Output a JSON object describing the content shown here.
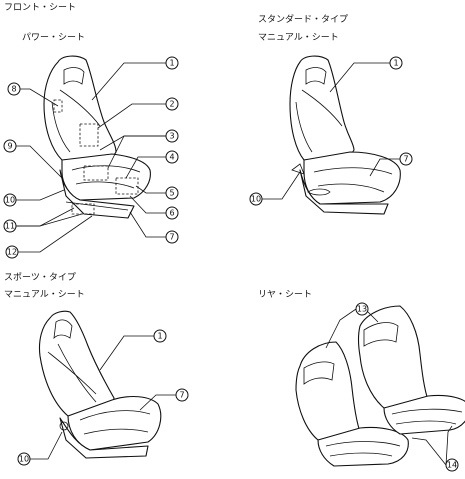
{
  "headings": {
    "front_seat": "フロント・シート",
    "power_seat": "パワー・シート",
    "standard_type": "スタンダード・タイプ",
    "standard_manual": "マニュアル・シート",
    "sports_type": "スポーツ・タイプ",
    "sports_manual": "マニュアル・シート",
    "rear_seat": "リヤ・シート"
  },
  "callouts": {
    "c1": "1",
    "c2": "2",
    "c3": "3",
    "c4": "4",
    "c5": "5",
    "c6": "6",
    "c7": "7",
    "c8": "8",
    "c9": "9",
    "c10": "10",
    "c11": "11",
    "c12": "12",
    "c13": "13",
    "c14": "14"
  }
}
